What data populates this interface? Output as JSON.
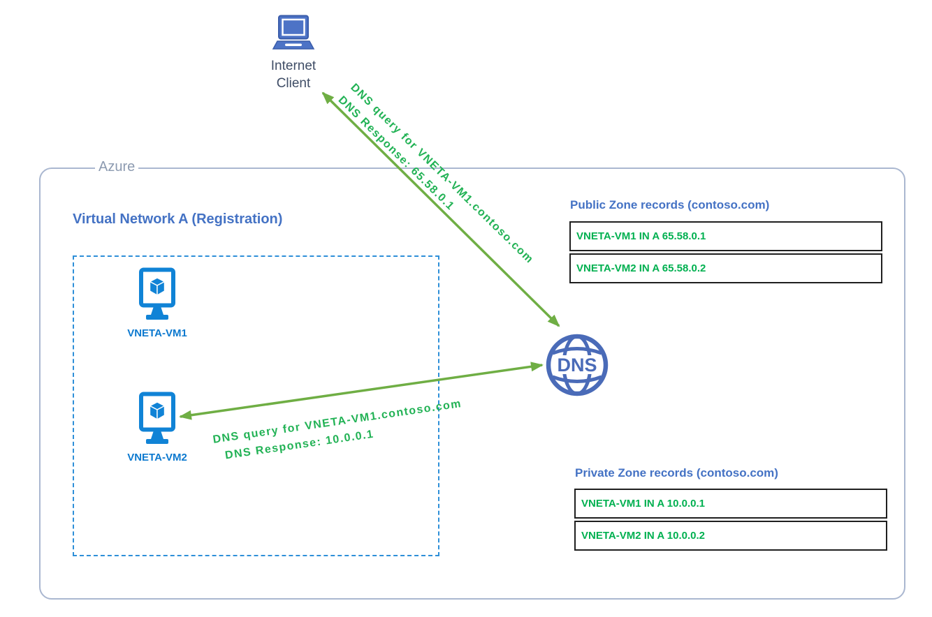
{
  "internet_client": {
    "line1": "Internet",
    "line2": "Client"
  },
  "azure": {
    "label": "Azure"
  },
  "vnet": {
    "title": "Virtual Network A (Registration)",
    "vm1_label": "VNETA-VM1",
    "vm2_label": "VNETA-VM2"
  },
  "dns": {
    "label": "DNS"
  },
  "arrows": {
    "internet": {
      "query": "DNS query for VNETA-VM1.contoso.com",
      "response": "DNS Response: 65.58.0.1"
    },
    "vm2": {
      "query": "DNS query for VNETA-VM1.contoso.com",
      "response": "DNS Response: 10.0.0.1"
    }
  },
  "public_zone": {
    "title": "Public Zone records (contoso.com)",
    "records": [
      "VNETA-VM1 IN A 65.58.0.1",
      "VNETA-VM2 IN A 65.58.0.2"
    ]
  },
  "private_zone": {
    "title": "Private Zone records (contoso.com)",
    "records": [
      "VNETA-VM1 IN A 10.0.0.1",
      "VNETA-VM2 IN A 10.0.0.2"
    ]
  },
  "colors": {
    "vm_blue": "#1083d6",
    "dns_blue": "#4a6bb8",
    "heading_blue": "#4472c4",
    "record_green": "#00b050",
    "annotation_green": "#22b255",
    "arrow_green": "#6fae44",
    "azure_border": "#aab7d0",
    "vnet_dashed_blue": "#2e8fd8",
    "client_text": "#3f4d66"
  }
}
